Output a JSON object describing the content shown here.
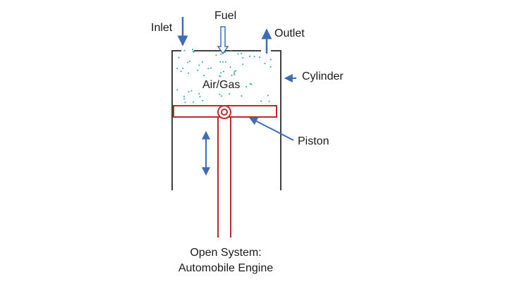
{
  "labels": {
    "inlet": "Inlet",
    "fuel": "Fuel",
    "outlet": "Outlet",
    "cylinder": "Cylinder",
    "air_gas": "Air/Gas",
    "piston": "Piston"
  },
  "caption": {
    "line1": "Open System:",
    "line2": "Automobile Engine"
  },
  "colors": {
    "cylinder_wall": "#404040",
    "piston": "#c0282d",
    "arrow": "#3e6db5",
    "particles": "#2aa19b",
    "text": "#1a1a1a"
  }
}
